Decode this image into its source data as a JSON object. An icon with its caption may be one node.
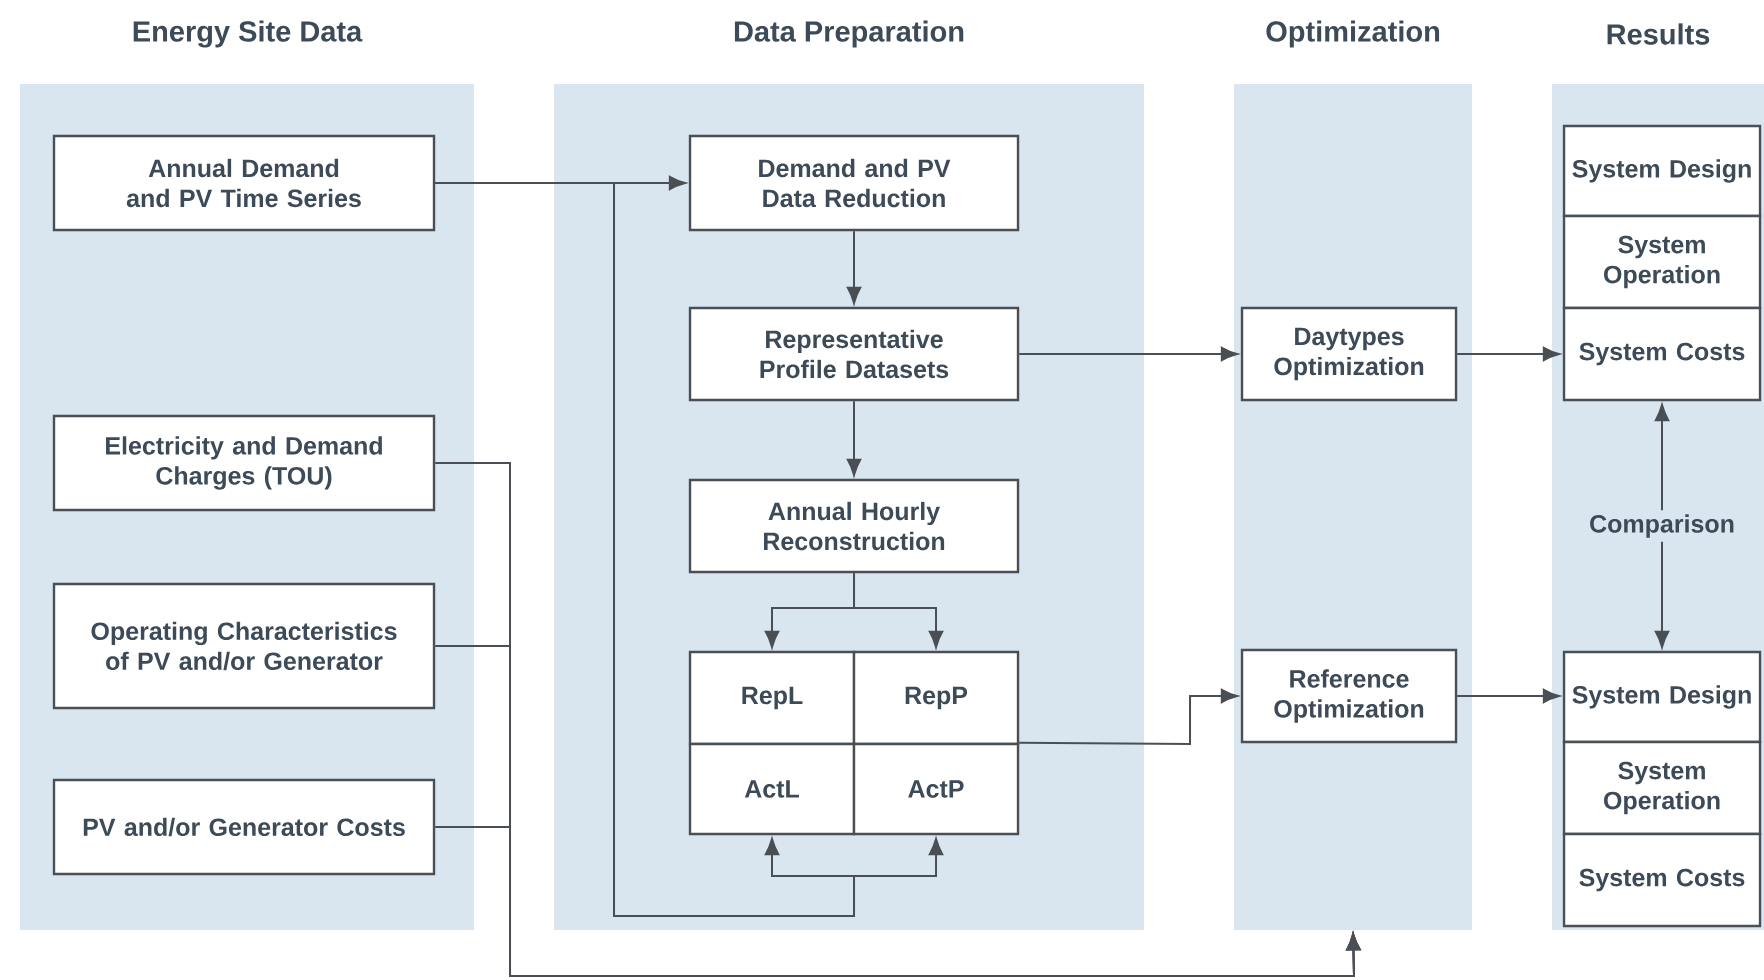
{
  "diagram": {
    "nodes": [
      {
        "text": [
          "Energy Site Data"
        ]
      },
      {
        "text": [
          "Annual Demand and PV Time Series"
        ],
        "in": 0
      },
      {
        "text": [
          "Electricity and Demand Charges (TOU)"
        ],
        "in": 0
      },
      {
        "text": [
          "Operating Characteristics of PV and/or Generator"
        ],
        "in": 0
      },
      {
        "text": [
          "PV and/or Generator Costs"
        ],
        "in": 0
      },
      {
        "text": [
          "Data Preparation"
        ]
      },
      {
        "text": [
          "Demand and PV Data Reduction"
        ],
        "in": 5
      },
      {
        "text": [
          "Representative Profile Datasets"
        ],
        "in": 5
      },
      {
        "text": [
          "Annual Hourly Reconstruction"
        ],
        "in": 5
      },
      {
        "text": [
          "RepL"
        ],
        "in": 5
      },
      {
        "text": [
          "RepP"
        ],
        "in": 5
      },
      {
        "text": [
          "ActL"
        ],
        "in": 5
      },
      {
        "text": [
          "ActP"
        ],
        "in": 5
      },
      {
        "text": [
          "Optimization"
        ]
      },
      {
        "text": [
          "Daytypes Optimization"
        ],
        "in": 13
      },
      {
        "text": [
          "Reference Optimization"
        ],
        "in": 13
      },
      {
        "text": [
          "Results"
        ]
      },
      {
        "text": [
          "System Design"
        ],
        "in": 16
      },
      {
        "text": [
          "System Operation"
        ],
        "in": 16
      },
      {
        "text": [
          "System Costs"
        ],
        "in": 16
      },
      {
        "text": [
          "System Design"
        ],
        "in": 16
      },
      {
        "text": [
          "System Operation"
        ],
        "in": 16
      },
      {
        "text": [
          "System Costs"
        ],
        "in": 16
      }
    ],
    "edges": [
      {
        "from": 1,
        "to": 6,
        "arrow": "to"
      },
      {
        "from": 1,
        "to": 11,
        "arrow": "to"
      },
      {
        "from": 1,
        "to": 12,
        "arrow": "to"
      },
      {
        "from": 6,
        "to": 7,
        "arrow": "to"
      },
      {
        "from": 7,
        "to": 8,
        "arrow": "to"
      },
      {
        "from": 8,
        "to": 9,
        "arrow": "to"
      },
      {
        "from": 8,
        "to": 10,
        "arrow": "to"
      },
      {
        "from": 7,
        "to": 14,
        "arrow": "to"
      },
      {
        "from": 14,
        "to": 19,
        "arrow": "to"
      },
      {
        "from": 12,
        "to": 15,
        "arrow": "to"
      },
      {
        "from": 15,
        "to": 20,
        "arrow": "to"
      },
      {
        "from": 2,
        "to": 13,
        "arrow": "to"
      },
      {
        "from": 3,
        "to": 13,
        "arrow": "to"
      },
      {
        "from": 4,
        "to": 13,
        "arrow": "to"
      },
      {
        "from": 19,
        "to": 20,
        "arrow": "both",
        "label": "Comparison"
      }
    ]
  }
}
